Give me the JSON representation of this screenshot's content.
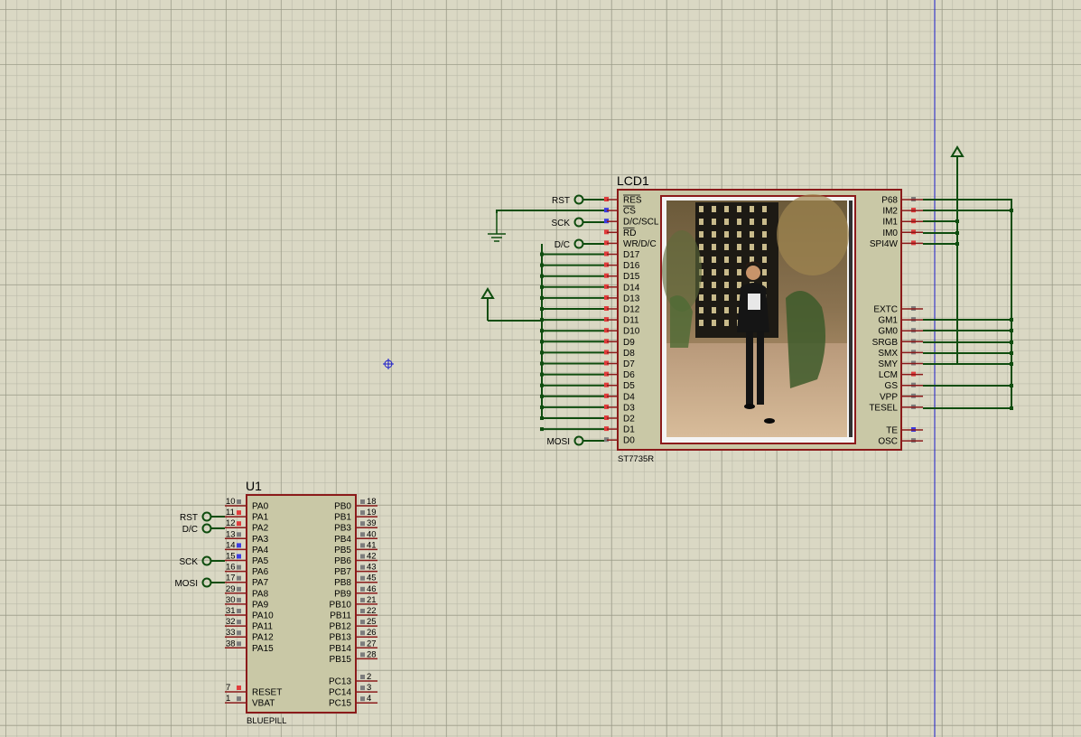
{
  "lcd": {
    "ref": "LCD1",
    "part": "ST7735R",
    "left_pins": [
      "RES",
      "CS",
      "D/C/SCL",
      "RD",
      "WR/D/C",
      "D17",
      "D16",
      "D15",
      "D14",
      "D13",
      "D12",
      "D11",
      "D10",
      "D9",
      "D8",
      "D7",
      "D6",
      "D5",
      "D4",
      "D3",
      "D2",
      "D1",
      "D0"
    ],
    "right_pins_top": [
      "P68",
      "IM2",
      "IM1",
      "IM0",
      "SPI4W"
    ],
    "right_pins_mid": [
      "EXTC",
      "GM1",
      "GM0",
      "SRGB",
      "SMX",
      "SMY",
      "LCM",
      "GS",
      "VPP",
      "TESEL"
    ],
    "right_pins_bot": [
      "TE",
      "OSC"
    ]
  },
  "lcd_terminals": {
    "rst": "RST",
    "sck": "SCK",
    "dc": "D/C",
    "mosi": "MOSI"
  },
  "mcu": {
    "ref": "U1",
    "part": "BLUEPILL",
    "left_pins": [
      {
        "name": "PA0",
        "num": "10"
      },
      {
        "name": "PA1",
        "num": "11"
      },
      {
        "name": "PA2",
        "num": "12"
      },
      {
        "name": "PA3",
        "num": "13"
      },
      {
        "name": "PA4",
        "num": "14"
      },
      {
        "name": "PA5",
        "num": "15"
      },
      {
        "name": "PA6",
        "num": "16"
      },
      {
        "name": "PA7",
        "num": "17"
      },
      {
        "name": "PA8",
        "num": "29"
      },
      {
        "name": "PA9",
        "num": "30"
      },
      {
        "name": "PA10",
        "num": "31"
      },
      {
        "name": "PA11",
        "num": "32"
      },
      {
        "name": "PA12",
        "num": "33"
      },
      {
        "name": "PA15",
        "num": "38"
      }
    ],
    "left_bottom_pins": [
      {
        "name": "RESET",
        "num": "7"
      },
      {
        "name": "VBAT",
        "num": "1"
      }
    ],
    "right_pins": [
      {
        "name": "PB0",
        "num": "18"
      },
      {
        "name": "PB1",
        "num": "19"
      },
      {
        "name": "PB3",
        "num": "39"
      },
      {
        "name": "PB4",
        "num": "40"
      },
      {
        "name": "PB5",
        "num": "41"
      },
      {
        "name": "PB6",
        "num": "42"
      },
      {
        "name": "PB7",
        "num": "43"
      },
      {
        "name": "PB8",
        "num": "45"
      },
      {
        "name": "PB9",
        "num": "46"
      },
      {
        "name": "PB10",
        "num": "21"
      },
      {
        "name": "PB11",
        "num": "22"
      },
      {
        "name": "PB12",
        "num": "25"
      },
      {
        "name": "PB13",
        "num": "26"
      },
      {
        "name": "PB14",
        "num": "27"
      },
      {
        "name": "PB15",
        "num": "28"
      }
    ],
    "right_bottom_pins": [
      {
        "name": "PC13",
        "num": "2"
      },
      {
        "name": "PC14",
        "num": "3"
      },
      {
        "name": "PC15",
        "num": "4"
      }
    ]
  },
  "mcu_terminals": {
    "rst": "RST",
    "dc": "D/C",
    "sck": "SCK",
    "mosi": "MOSI"
  },
  "colors": {
    "wire": "#0f4d0f",
    "component_border": "#8b1a1a",
    "component_fill": "#c9c8a6",
    "pin_red": "#e03c3c",
    "pin_blue": "#3c3ce0",
    "pin_gray": "#7c7c7c",
    "cursor_line": "#1a1acc"
  }
}
